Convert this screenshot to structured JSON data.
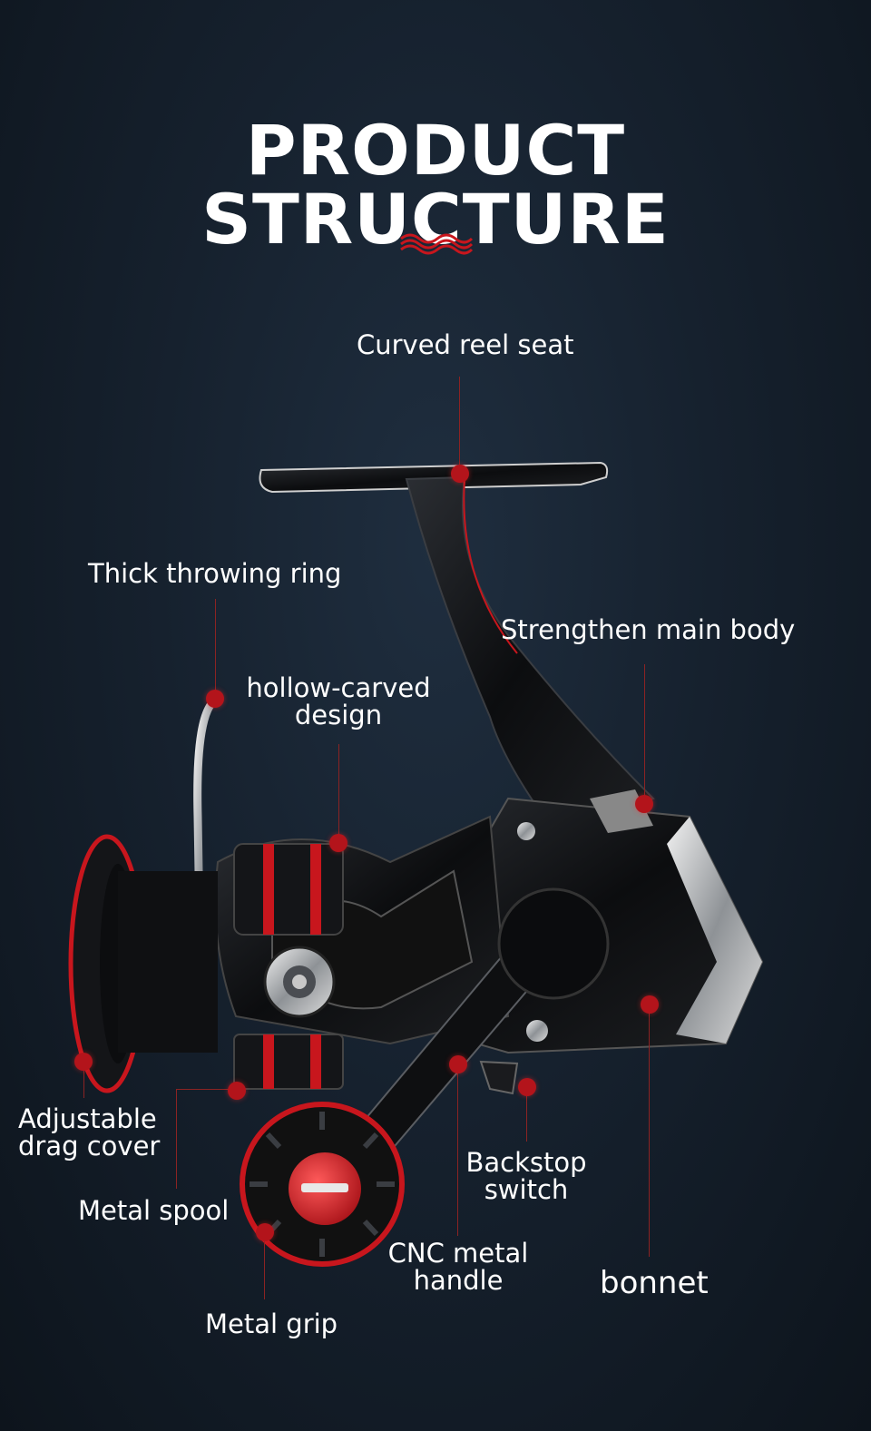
{
  "title": "PRODUCT STRUCTURE",
  "accent_color": "#c8161d",
  "labels": {
    "curved_reel_seat": "Curved reel seat",
    "thick_throwing_ring": "Thick throwing ring",
    "strengthen_main_body": "Strengthen main body",
    "hollow_carved_line1": "hollow-carved",
    "hollow_carved_line2": "design",
    "adjustable_line1": "Adjustable",
    "adjustable_line2": "drag cover",
    "metal_spool": "Metal spool",
    "backstop_line1": "Backstop",
    "backstop_line2": "switch",
    "cnc_line1": "CNC metal",
    "cnc_line2": "handle",
    "bonnet": "bonnet",
    "metal_grip": "Metal grip"
  }
}
